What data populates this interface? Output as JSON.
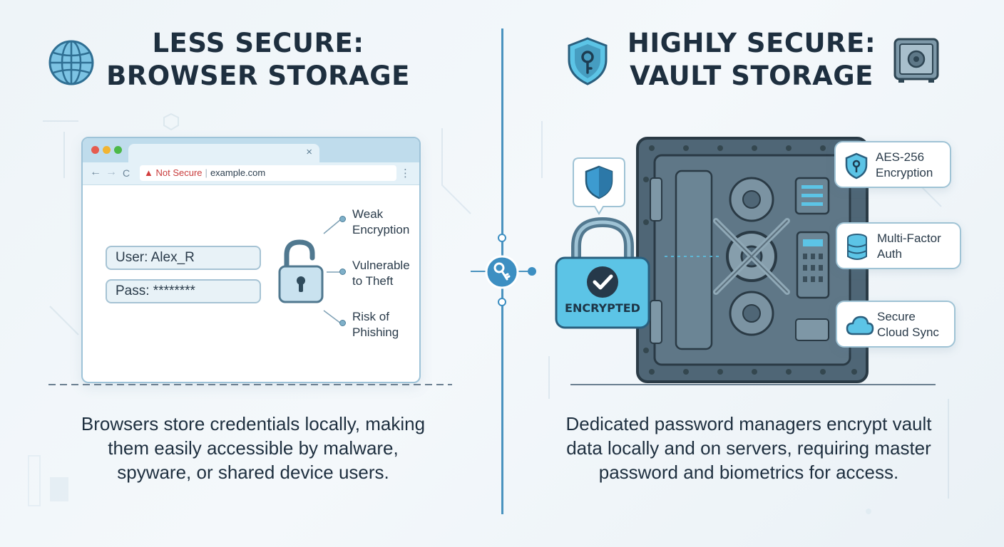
{
  "left": {
    "title_line1": "LESS SECURE:",
    "title_line2": "BROWSER STORAGE",
    "browser": {
      "tab_close": "×",
      "nav_back": "←",
      "nav_forward": "→",
      "nav_reload": "C",
      "warning_icon": "▲",
      "not_secure": "Not Secure",
      "separator": "|",
      "url": "example.com",
      "menu": "⋮"
    },
    "fields": {
      "user": "User: Alex_R",
      "pass": "Pass: ********"
    },
    "risks": [
      {
        "line1": "Weak",
        "line2": "Encryption"
      },
      {
        "line1": "Vulnerable",
        "line2": "to Theft"
      },
      {
        "line1": "Risk of",
        "line2": "Phishing"
      }
    ],
    "description": [
      "Browsers store credentials locally, making",
      "them easily accessible by malware,",
      "spyware, or shared device users."
    ]
  },
  "right": {
    "title_line1": "HIGHLY SECURE:",
    "title_line2": "VAULT STORAGE",
    "lock_label": "ENCRYPTED",
    "features": [
      {
        "line1": "AES-256",
        "line2": "Encryption",
        "icon": "shield-key-icon"
      },
      {
        "line1": "Multi-Factor",
        "line2": "Auth",
        "icon": "database-icon"
      },
      {
        "line1": "Secure",
        "line2": "Cloud Sync",
        "icon": "cloud-icon"
      }
    ],
    "description": [
      "Dedicated password managers encrypt vault",
      "data locally and on servers, requiring master",
      "password and biometrics for access."
    ]
  },
  "colors": {
    "accent": "#3d8fc2",
    "title": "#1e2f3f",
    "warning": "#d23c3c",
    "vault": "#4f6676",
    "lock": "#5cc4e6"
  }
}
